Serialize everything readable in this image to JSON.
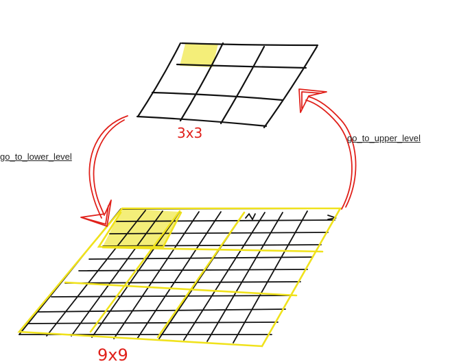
{
  "upper_grid": {
    "label": "3x3",
    "label_color": "#e0201a"
  },
  "lower_grid": {
    "label": "9x9",
    "label_color": "#e0201a"
  },
  "links": {
    "lower": "go_to_lower_level",
    "upper": "go_to_upper_level"
  },
  "colors": {
    "ink": "#111111",
    "arrow": "#e0201a",
    "highlight": "#f3ec6a",
    "block_outline": "#f0e21c"
  }
}
